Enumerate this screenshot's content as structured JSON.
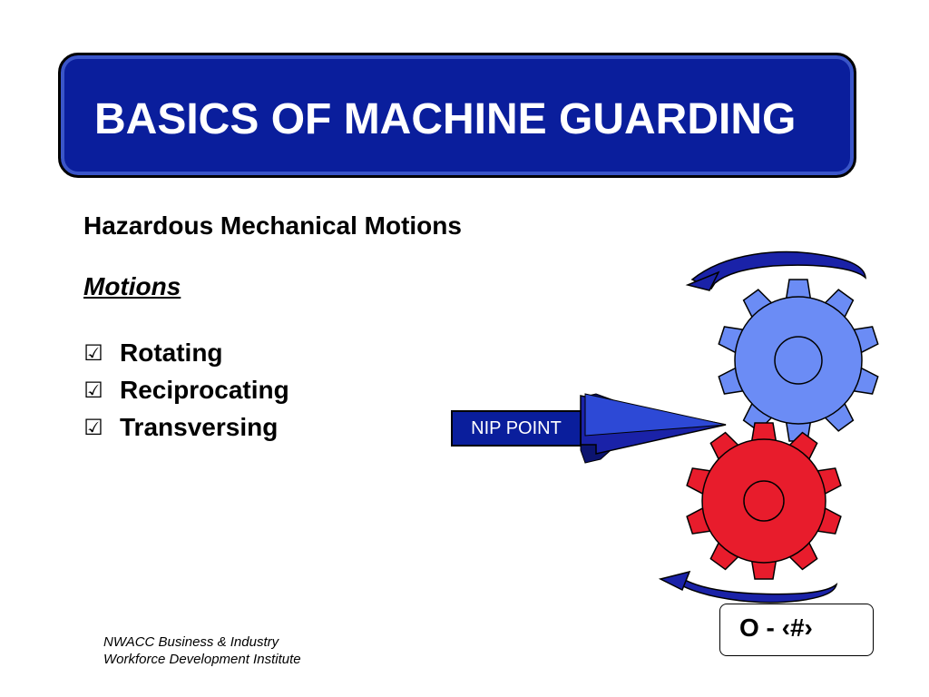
{
  "slide": {
    "title": "BASICS OF MACHINE GUARDING",
    "heading": "Hazardous Mechanical Motions",
    "subheading": "Motions",
    "check_glyph": "☑",
    "bullets": [
      "Rotating",
      "Reciprocating",
      "Transversing"
    ]
  },
  "diagram": {
    "nip_label": "NIP POINT",
    "colors": {
      "upper_gear": "#6b8cf5",
      "lower_gear": "#e81c2c",
      "arrow": "#1a22a8",
      "banner": "#0a1e9c"
    },
    "icons": [
      "gear-icon",
      "rotation-arrow-icon",
      "pointer-arrow-icon"
    ]
  },
  "page_number": "O - ‹#›",
  "footer": {
    "line1": "NWACC Business & Industry",
    "line2": "Workforce Development Institute"
  }
}
